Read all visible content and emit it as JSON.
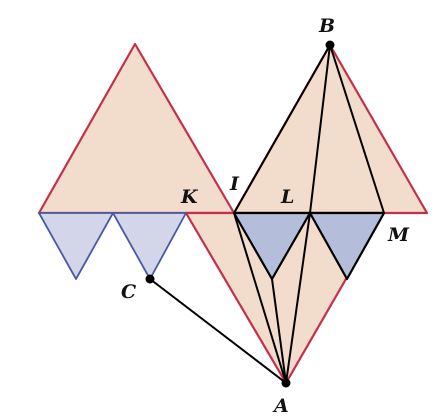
{
  "figure": {
    "colors": {
      "triangle_fill": "#f2dccb",
      "triangle_stroke": "#c4304a",
      "light_notch_fill": "#d2d6e8",
      "light_notch_stroke": "#4a58a6",
      "dark_notch_fill": "#b4bedb",
      "ink": "#000000",
      "background": "#ffffff"
    },
    "labels": {
      "A": "A",
      "B": "B",
      "C": "C",
      "I": "I",
      "K": "K",
      "L": "L",
      "M": "M"
    }
  }
}
